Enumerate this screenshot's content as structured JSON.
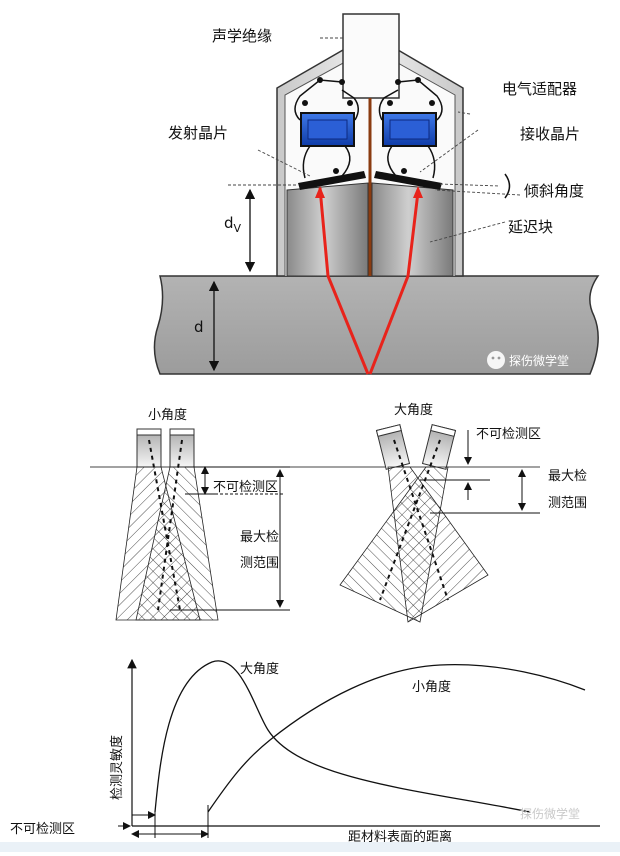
{
  "top_diagram": {
    "labels": {
      "acoustic_insulation": "声学绝缘",
      "electrical_adapter": "电气适配器",
      "transmit_crystal": "发射晶片",
      "receive_crystal": "接收晶片",
      "tilt_angle": "倾斜角度",
      "delay_block": "延迟块",
      "dv": "d",
      "dv_sub": "V",
      "d": "d",
      "watermark": "探伤微学堂"
    }
  },
  "middle_diagram": {
    "small_angle": {
      "title": "小角度",
      "dead_zone": "不可检测区",
      "max_range_line1": "最大检",
      "max_range_line2": "测范围"
    },
    "large_angle": {
      "title": "大角度",
      "dead_zone": "不可检测区",
      "max_range_line1": "最大检",
      "max_range_line2": "测范围"
    }
  },
  "bottom_chart": {
    "ylabel": "检测灵敏度",
    "xlabel": "距材料表面的距离",
    "dead_zone": "不可检测区",
    "curve_large": "大角度",
    "curve_small": "小角度",
    "watermark": "探伤微学堂"
  },
  "colors": {
    "crystal_blue": "#1a4fc4",
    "beam_red": "#e8231b",
    "center_rod": "#8a3b10",
    "plate_gray": "#a6a6a6"
  }
}
